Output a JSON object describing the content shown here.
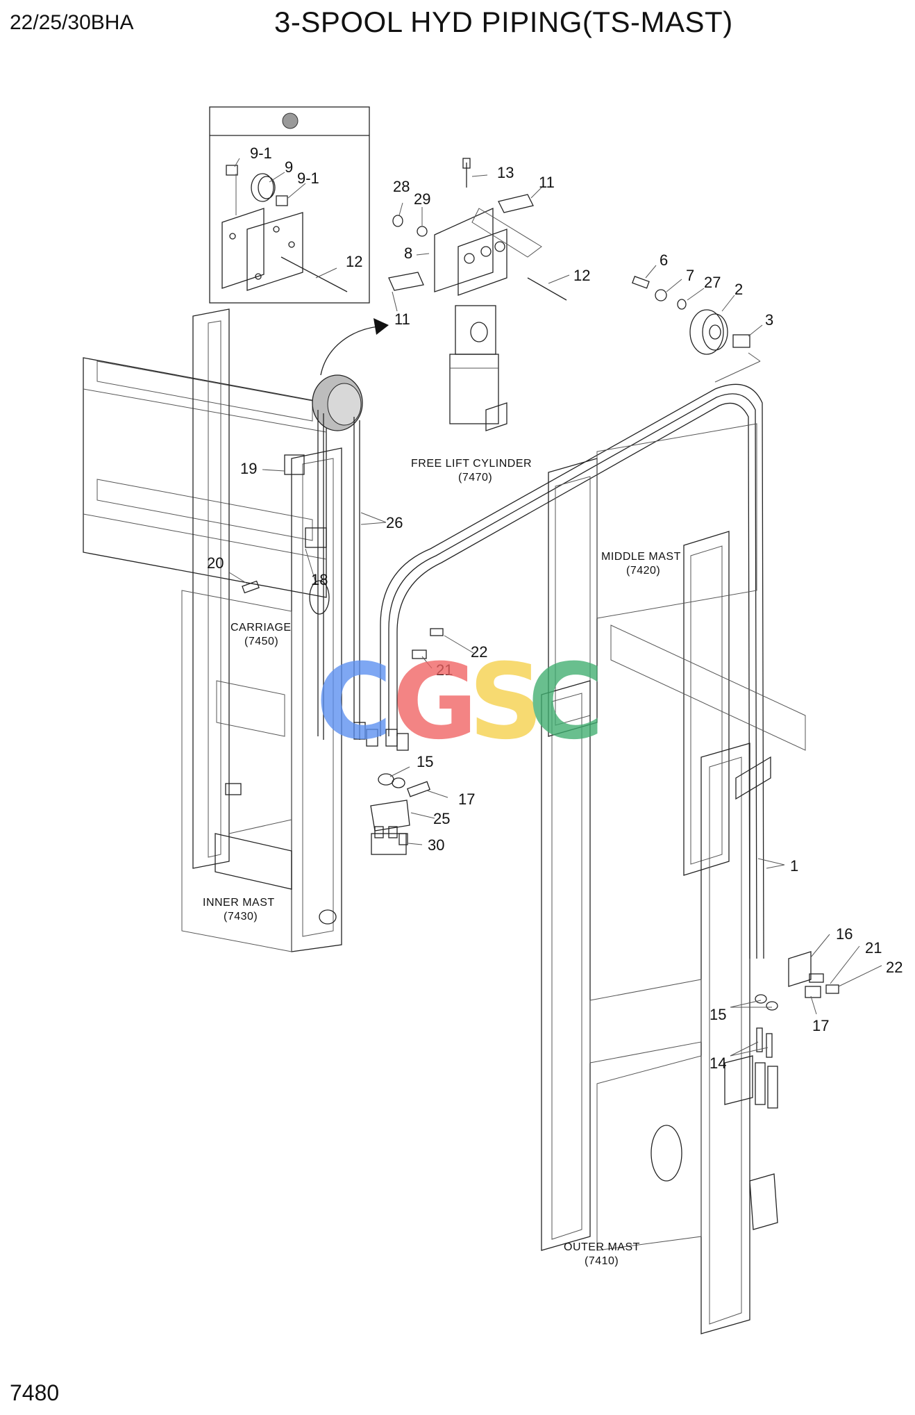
{
  "header": {
    "model": "22/25/30BHA",
    "title": "3-SPOOL HYD PIPING(TS-MAST)"
  },
  "footer": {
    "page_code": "7480"
  },
  "watermark": {
    "letters": [
      "C",
      "G",
      "S",
      "C"
    ],
    "colors": [
      "#5b8ff0",
      "#f06262",
      "#f5d04a",
      "#3fae6f"
    ]
  },
  "captions": {
    "free_lift_cylinder": "FREE LIFT CYLINDER",
    "free_lift_cylinder_code": "(7470)",
    "middle_mast": "MIDDLE MAST",
    "middle_mast_code": "(7420)",
    "carriage": "CARRIAGE",
    "carriage_code": "(7450)",
    "inner_mast": "INNER MAST",
    "inner_mast_code": "(7430)",
    "outer_mast": "OUTER MAST",
    "outer_mast_code": "(7410)"
  },
  "callouts": {
    "inset_9_1_a": "9-1",
    "inset_9": "9",
    "inset_9_1_b": "9-1",
    "inset_12": "12",
    "c13": "13",
    "c28": "28",
    "c29": "29",
    "c11_top": "11",
    "c8": "8",
    "c12": "12",
    "c11_bottom": "11",
    "c6": "6",
    "c7": "7",
    "c27": "27",
    "c2": "2",
    "c3": "3",
    "c19": "19",
    "c26": "26",
    "c20": "20",
    "c18": "18",
    "c22_mid": "22",
    "c21_mid": "21",
    "c15_mid": "15",
    "c17_mid": "17",
    "c25": "25",
    "c30": "30",
    "c1": "1",
    "c16": "16",
    "c21_right": "21",
    "c22_right": "22",
    "c15_right": "15",
    "c17_right": "17",
    "c14": "14"
  }
}
